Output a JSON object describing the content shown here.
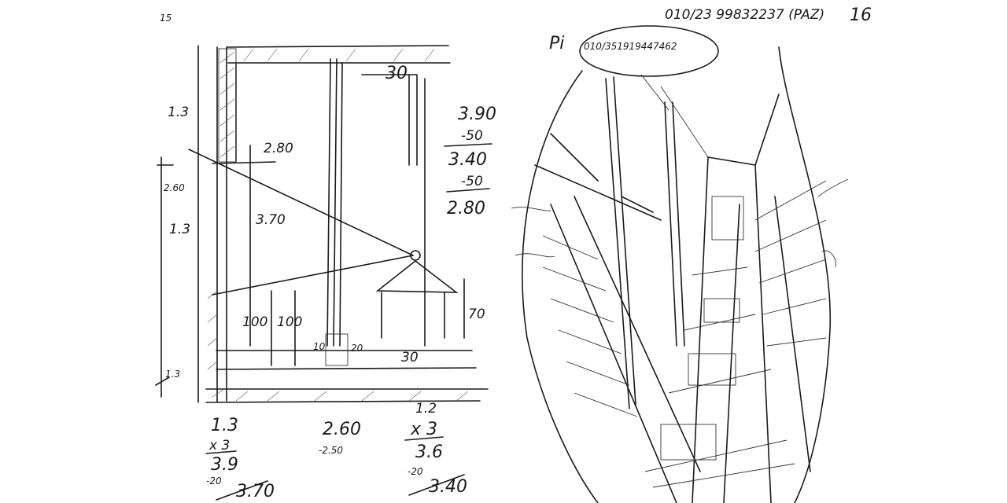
{
  "left_sheet": {
    "page_number": "15",
    "dimensions": {
      "left_top": "1.3",
      "left_mid_total": "2.60",
      "left_mid": "1.3",
      "left_bottom": "1.3",
      "height_upper": "2.80",
      "height_full": "3.70",
      "sill_a": "100",
      "sill_b": "100",
      "beam": "30",
      "post": "10",
      "post_b": "20",
      "floor": "30",
      "table_height": "70"
    },
    "calc_right": [
      "3.90",
      "-50",
      "3.40",
      "-50",
      "2.80"
    ],
    "calc_bottom_left": [
      "1.3",
      "x 3",
      "3.9",
      "-20",
      "3.70"
    ],
    "calc_bottom_mid": [
      "2.60",
      "-2.50"
    ],
    "calc_bottom_right": [
      "1.2",
      "x 3",
      "3.6",
      "-20",
      "3.40"
    ]
  },
  "right_sheet": {
    "phone_top": "010/23 99832237 (PAZ)",
    "page_number": "16",
    "name": "Pi",
    "phone_circled": "010/351919447462"
  }
}
